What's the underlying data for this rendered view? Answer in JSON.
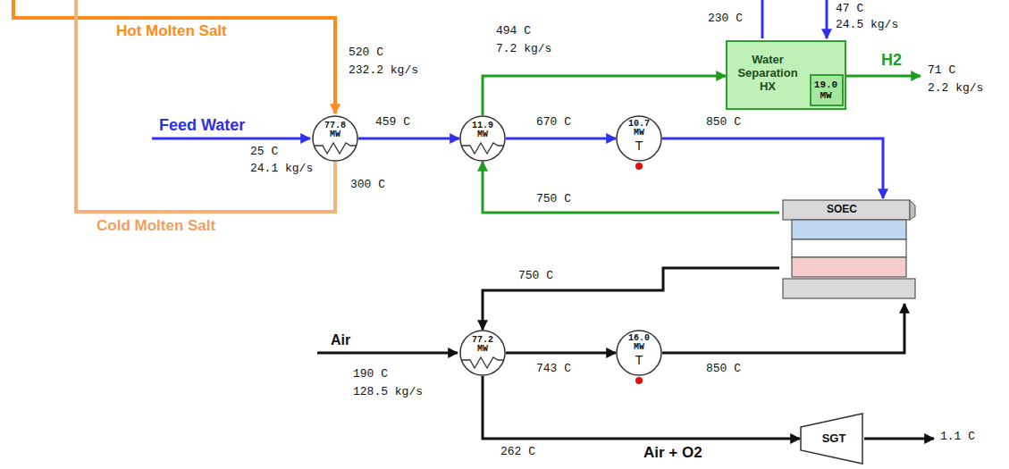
{
  "diagram": {
    "nodes": [
      {
        "text": [
          "77.8 MW"
        ]
      },
      {
        "text": [
          "11.9 MW"
        ]
      },
      {
        "text": [
          "10.7 MW",
          "T"
        ]
      },
      {
        "text": [
          "Water Separation HX"
        ]
      },
      {
        "text": [
          "19.0 MW"
        ],
        "in": 3
      },
      {
        "text": [
          "SOEC"
        ]
      },
      {
        "text": [
          "77.2 MW"
        ]
      },
      {
        "text": [
          "16.0 MW",
          "T"
        ]
      },
      {
        "text": [
          "SGT"
        ]
      }
    ],
    "edges": [
      {
        "from": 0,
        "to": 1,
        "arrow": "to",
        "label": "459 C"
      },
      {
        "from": 1,
        "to": 2,
        "arrow": "to",
        "label": "670 C"
      },
      {
        "from": 2,
        "to": 5,
        "arrow": "to",
        "label": "850 C"
      },
      {
        "from": 5,
        "to": 1,
        "arrow": "to",
        "label": "750 C"
      },
      {
        "from": 1,
        "to": 3,
        "arrow": "to"
      },
      {
        "from": 5,
        "to": 6,
        "arrow": "to",
        "label": "750 C"
      },
      {
        "from": 6,
        "to": 7,
        "arrow": "to",
        "label": "743 C"
      },
      {
        "from": 7,
        "to": 5,
        "arrow": "to",
        "label": "850 C"
      },
      {
        "from": 6,
        "to": 8,
        "arrow": "to",
        "label": "262 C"
      }
    ],
    "labels": [
      "Hot Molten Salt",
      "520 C",
      "232.2 kg/s",
      "Feed Water",
      "25 C",
      "24.1 kg/s",
      "300 C",
      "Cold Molten Salt",
      "494 C",
      "7.2 kg/s",
      "230 C",
      "47 C",
      "24.5 kg/s",
      "H2",
      "71 C",
      "2.2 kg/s",
      "Air",
      "190 C",
      "128.5 kg/s",
      "Air + O2",
      "1.1 C"
    ]
  }
}
